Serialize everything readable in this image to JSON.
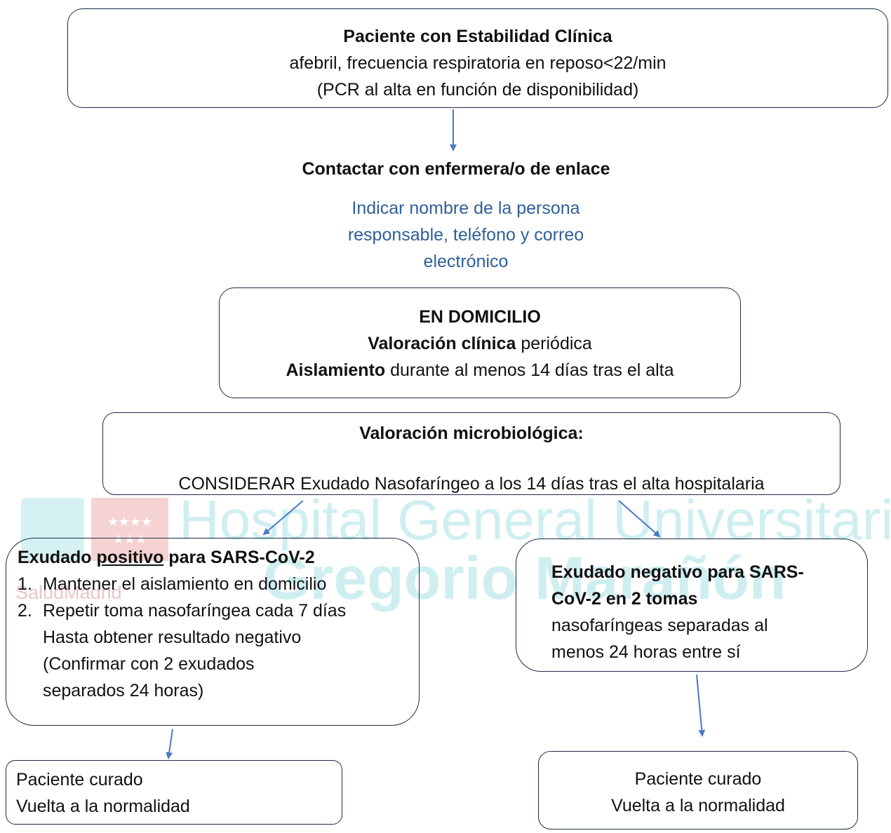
{
  "watermark": {
    "line1": "Hospital General Universitario",
    "line2": "Gregorio Marañón",
    "brand": "SaludMadrid"
  },
  "box_estabilidad": {
    "title": "Paciente con Estabilidad Clínica",
    "line1": "afebril, frecuencia respiratoria en reposo<22/min",
    "line2": "(PCR al alta en función de disponibilidad)"
  },
  "contactar": {
    "title": "Contactar con enfermera/o de enlace",
    "note1": "Indicar nombre de la persona",
    "note2": "responsable, teléfono y correo",
    "note3": "electrónico"
  },
  "box_domicilio": {
    "title": "EN DOMICILIO",
    "line1_bold": "Valoración clínica",
    "line1_rest": " periódica",
    "line2_bold": "Aislamiento",
    "line2_rest": " durante al menos 14 días tras el alta"
  },
  "box_micro": {
    "title": "Valoración microbiológica:",
    "line1": "CONSIDERAR Exudado Nasofaríngeo a los 14 días tras el alta hospitalaria"
  },
  "box_positivo": {
    "title_a": "Exudado ",
    "title_u": "positivo",
    "title_b": " para SARS-CoV-2",
    "step1_num": "1.",
    "step1": "Mantener el aislamiento en domicilio",
    "step2_num": "2.",
    "step2": "Repetir toma nasofaríngea cada 7 días",
    "line3": "Hasta obtener resultado negativo",
    "line4": "(Confirmar con 2 exudados",
    "line5": "separados 24 horas)"
  },
  "box_negativo": {
    "title1": "Exudado negativo para SARS-",
    "title2": "CoV-2 en 2 tomas",
    "line1": "nasofaríngeas separadas al",
    "line2": "menos 24 horas entre sí"
  },
  "box_curado_left": {
    "line1": "Paciente curado",
    "line2": "Vuelta a la normalidad"
  },
  "box_curado_right": {
    "line1": "Paciente curado",
    "line2": "Vuelta a la normalidad"
  },
  "colors": {
    "arrow": "#4a79c4",
    "border": "#1d2b45",
    "note": "#2f5f9a"
  }
}
